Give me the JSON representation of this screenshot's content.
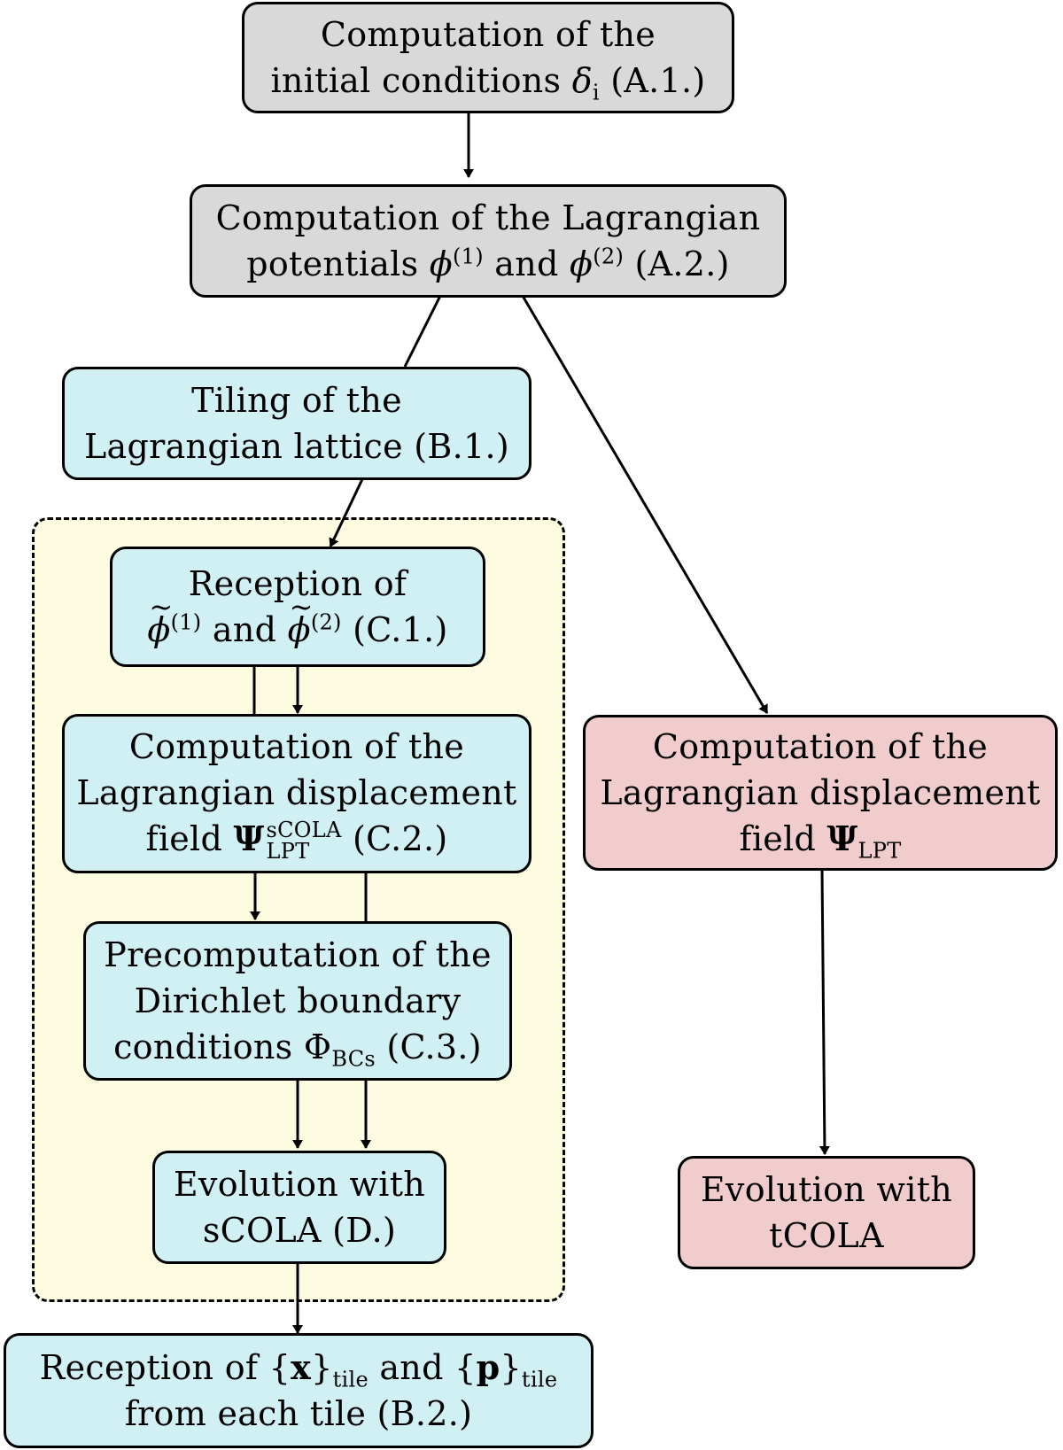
{
  "diagram": {
    "colors": {
      "stage_a": "#d9d9d9",
      "scola": "#d0f0f3",
      "tcola": "#f0cccd",
      "tile_group": "#fdfbe0",
      "stroke": "#000000"
    },
    "nodes": {
      "a1": {
        "line1": "Computation of the",
        "line2_pre": "initial conditions ",
        "line2_sym": "δ",
        "line2_sub": "i",
        "line2_post": " (A.1.)"
      },
      "a2": {
        "line1": "Computation of the Lagrangian",
        "line2_pre": "potentials ",
        "sym": "ϕ",
        "sup1": "(1)",
        "mid": " and ",
        "sup2": "(2)",
        "post": " (A.2.)"
      },
      "b1": {
        "line1": "Tiling of the",
        "line2": "Lagrangian lattice (B.1.)"
      },
      "c1": {
        "line1": "Reception of",
        "sym": "ϕ",
        "sup1": "(1)",
        "mid": " and ",
        "sup2": "(2)",
        "post": " (C.1.)"
      },
      "c2": {
        "line1": "Computation of the",
        "line2": "Lagrangian displacement",
        "line3_pre": "field ",
        "sym": "Ψ",
        "sup": "sCOLA",
        "sub": "LPT",
        "post": " (C.2.)"
      },
      "c3": {
        "line1": "Precomputation of the",
        "line2": "Dirichlet boundary",
        "line3_pre": "conditions ",
        "sym": "Φ",
        "sub": "BCs",
        "post": " (C.3.)"
      },
      "d": {
        "line1": "Evolution with",
        "line2": "sCOLA (D.)"
      },
      "b2": {
        "line1_pre": "Reception of {",
        "x": "x",
        "close1": "}",
        "sub1": "tile",
        "mid": " and {",
        "p": "p",
        "close2": "}",
        "sub2": "tile",
        "line2": "from each tile (B.2.)"
      },
      "lpt": {
        "line1": "Computation of the",
        "line2": "Lagrangian displacement",
        "line3_pre": "field ",
        "sym": "Ψ",
        "sub": "LPT"
      },
      "tcola": {
        "line1": "Evolution with",
        "line2": "tCOLA"
      }
    },
    "edges": [
      {
        "from": "a1",
        "to": "b-a2",
        "arrow": true
      },
      {
        "from": "a2",
        "to": "b1",
        "arrow": false
      },
      {
        "from": "a2",
        "to": "lpt",
        "arrow": true
      },
      {
        "from": "b1",
        "to": "c1",
        "arrow": true
      },
      {
        "from": "c1",
        "to": "c2",
        "arrow": true
      },
      {
        "from": "c1",
        "to": "c2",
        "arrow": false
      },
      {
        "from": "c2",
        "to": "c3",
        "arrow": true
      },
      {
        "from": "c2",
        "to": "c3",
        "arrow": false
      },
      {
        "from": "c3",
        "to": "d",
        "arrow": true
      },
      {
        "from": "c3",
        "to": "d",
        "arrow": true
      },
      {
        "from": "d",
        "to": "b2",
        "arrow": true
      },
      {
        "from": "lpt",
        "to": "tcola",
        "arrow": true
      }
    ]
  }
}
